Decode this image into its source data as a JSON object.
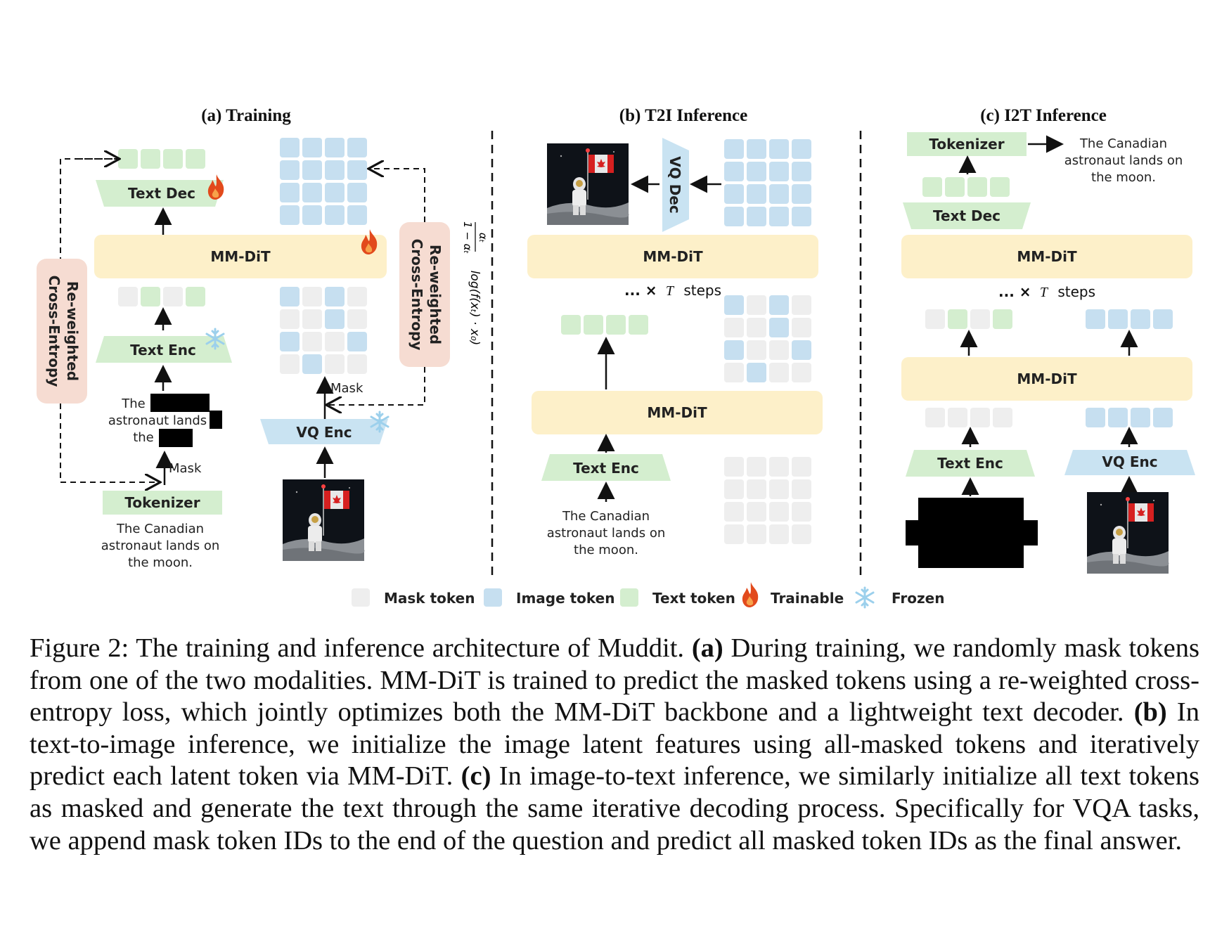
{
  "panels": {
    "a": {
      "title": "(a) Training",
      "text_dec": "Text Dec",
      "mmdit": "MM-DiT",
      "text_enc": "Text Enc",
      "vq_enc": "VQ Enc",
      "tokenizer": "Tokenizer",
      "mask_left": "Mask",
      "mask_right": "Mask",
      "ce_left": [
        "Re-weighted",
        "Cross-Entropy"
      ],
      "ce_right": [
        "Re-weighted",
        "Cross-Entropy"
      ],
      "formula": "log(f(xₜ) · x₀)",
      "frac_num": "αₜ",
      "frac_den": "1 − αₜ",
      "masked_text": [
        "The",
        "astronaut lands",
        "the"
      ],
      "sentence": [
        "The Canadian",
        "astronaut lands on",
        "the moon."
      ]
    },
    "b": {
      "title": "(b) T2I Inference",
      "vq_dec": "VQ Dec",
      "mmdit_top": "MM-DiT",
      "steps_prefix": "... ×",
      "steps_T": "T",
      "steps_suffix": "steps",
      "mmdit_mid": "MM-DiT",
      "text_enc": "Text Enc",
      "sentence": [
        "The Canadian",
        "astronaut lands on",
        "the moon."
      ]
    },
    "c": {
      "title": "(c) I2T Inference",
      "tokenizer": "Tokenizer",
      "output": [
        "The Canadian",
        "astronaut lands on",
        "the moon."
      ],
      "text_dec": "Text Dec",
      "mmdit_top": "MM-DiT",
      "steps_prefix": "... ×",
      "steps_T": "T",
      "steps_suffix": "steps",
      "mmdit_mid": "MM-DiT",
      "text_enc": "Text Enc",
      "vq_enc": "VQ Enc"
    }
  },
  "legend": {
    "mask": "Mask token",
    "image": "Image token",
    "text": "Text token",
    "trainable": "Trainable",
    "frozen": "Frozen"
  },
  "caption": {
    "fig_label": "Figure 2:",
    "intro": " The training and inference architecture of Muddit. ",
    "a_tag": "(a)",
    "a_text": " During training, we randomly mask tokens from one of the two modalities. MM-DiT is trained to predict the masked tokens using a re-weighted cross-entropy loss, which jointly optimizes both the MM-DiT backbone and a lightweight text decoder. ",
    "b_tag": "(b)",
    "b_text": " In text-to-image inference, we initialize the image latent features using all-masked tokens and iteratively predict each latent token via MM-DiT. ",
    "c_tag": "(c)",
    "c_text": " In image-to-text inference, we similarly initialize all text tokens as masked and generate the text through the same iterative decoding process. Specifically for VQA tasks, we append mask token IDs to the end of the question and predict all masked token IDs as the final answer."
  },
  "colors": {
    "mask": "#eeeeee",
    "image": "#c6dff0",
    "text": "#d4eecf",
    "mmdit": "#fdf0c9",
    "ce": "#f6dcd2",
    "vq": "#c9e3f2",
    "flame": "#e24a1c",
    "snow": "#9cd0ec"
  }
}
